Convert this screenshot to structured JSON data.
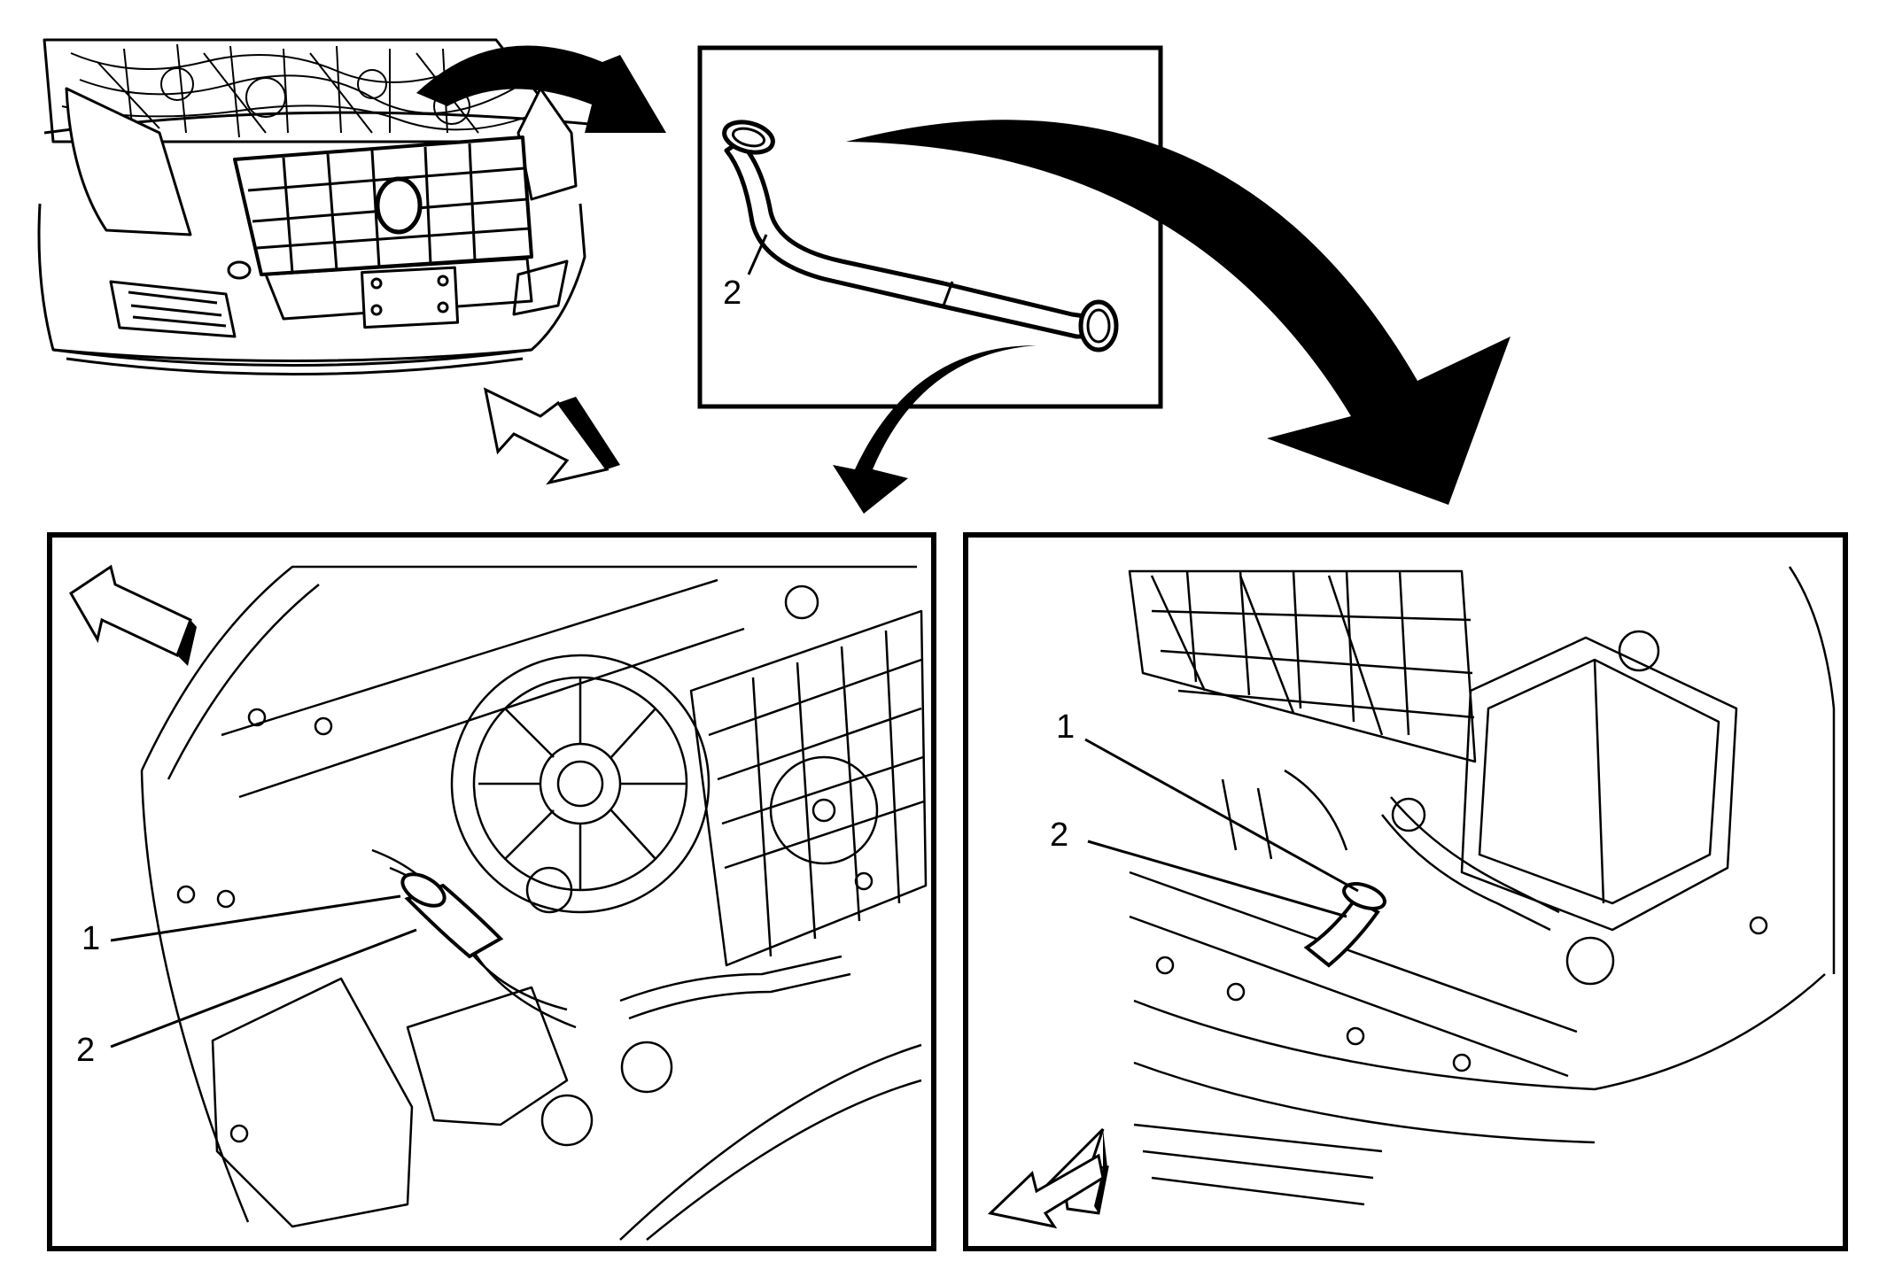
{
  "figure": {
    "detail_part": {
      "callout": "2"
    },
    "left_view": {
      "callouts": [
        "1",
        "2"
      ]
    },
    "right_view": {
      "callouts": [
        "1",
        "2"
      ]
    }
  },
  "colors": {
    "line": "#000000",
    "background": "#ffffff"
  }
}
